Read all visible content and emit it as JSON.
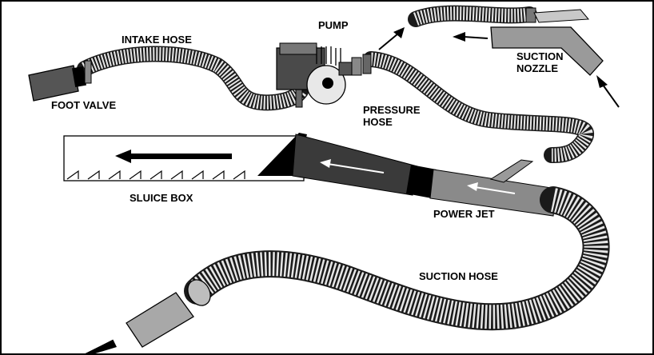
{
  "labels": {
    "intake_hose": "INTAKE HOSE",
    "pump": "PUMP",
    "suction_nozzle_line1": "SUCTION",
    "suction_nozzle_line2": "NOZZLE",
    "foot_valve": "FOOT VALVE",
    "pressure_hose_line1": "PRESSURE",
    "pressure_hose_line2": "HOSE",
    "sluice_box": "SLUICE BOX",
    "power_jet": "POWER JET",
    "suction_hose": "SUCTION HOSE"
  },
  "colors": {
    "hose_ring": "#e6e6e6",
    "hose_outline": "#1a1a1a",
    "foot_valve": "#555555",
    "nozzle": "#9a9a9a",
    "power_jet_dark": "#333333",
    "power_jet_mid": "#888888",
    "intake_end": "#a8a8a8",
    "arrow": "#000000"
  }
}
